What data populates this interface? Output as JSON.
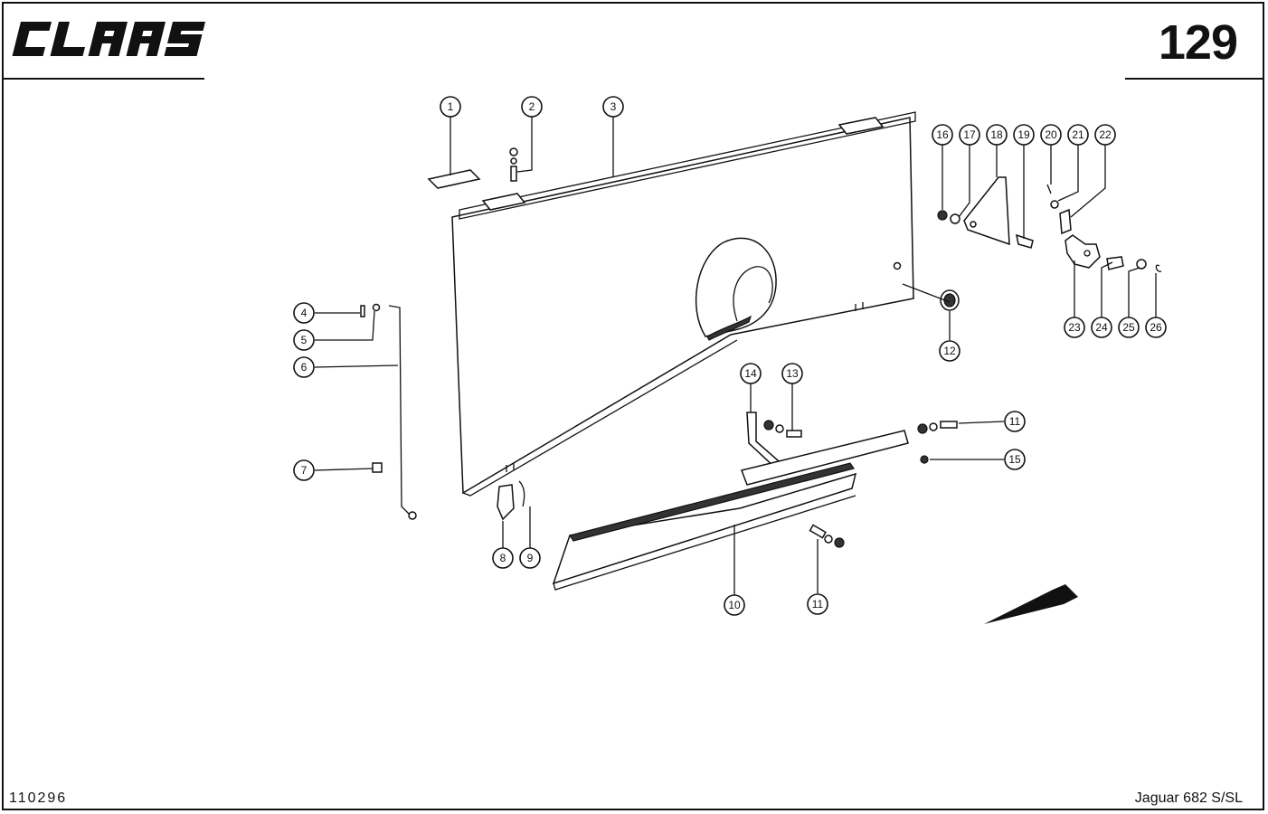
{
  "header": {
    "brand": "CLAAS",
    "page_number": "129"
  },
  "footer": {
    "doc_code": "110296",
    "model": "Jaguar 682 S/SL"
  },
  "callouts": [
    "1",
    "2",
    "3",
    "4",
    "5",
    "6",
    "7",
    "8",
    "9",
    "10",
    "11",
    "11",
    "12",
    "13",
    "14",
    "15",
    "16",
    "17",
    "18",
    "19",
    "20",
    "21",
    "22",
    "23",
    "24",
    "25",
    "26"
  ]
}
